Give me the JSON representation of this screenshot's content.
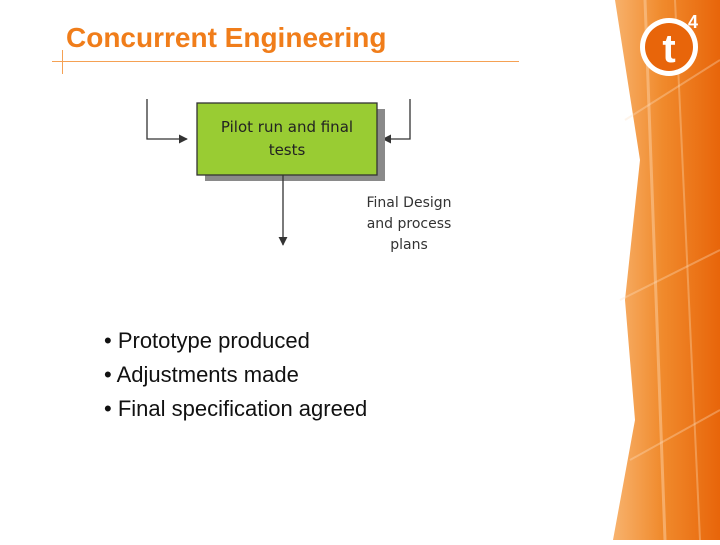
{
  "slide": {
    "title": "Concurrent Engineering"
  },
  "diagram": {
    "box_label_line1": "Pilot run and final",
    "box_label_line2": "tests",
    "output_label_line1": "Final Design",
    "output_label_line2": "and process",
    "output_label_line3": "plans",
    "box_color": "#99cc33"
  },
  "bullets": [
    "• Prototype produced",
    "• Adjustments made",
    "• Final specification agreed"
  ],
  "logo": {
    "letter": "t",
    "superscript": "4"
  },
  "colors": {
    "accent": "#f07d1a",
    "band_dark": "#ea6a0c",
    "band_light": "#f8b06a"
  }
}
